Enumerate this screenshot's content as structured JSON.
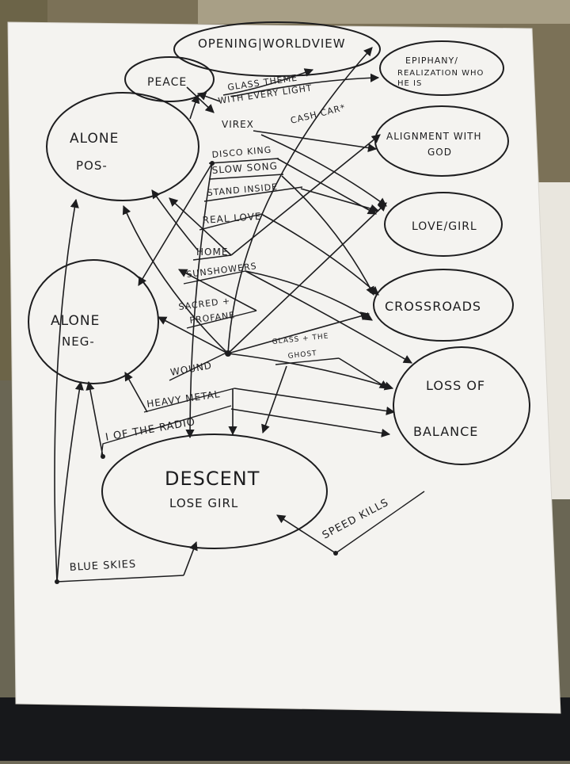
{
  "diagram": {
    "nodes": {
      "opening": "OPENING|WORLDVIEW",
      "epiphany_1": "EPIPHANY/",
      "epiphany_2": "REALIZATION WHO",
      "epiphany_3": "HE IS",
      "peace": "PEACE",
      "alone_pos_1": "ALONE",
      "alone_pos_2": "POS-",
      "alignment_1": "ALIGNMENT WITH",
      "alignment_2": "GOD",
      "love_girl": "LOVE/GIRL",
      "alone_neg_1": "ALONE",
      "alone_neg_2": "NEG-",
      "crossroads": "CROSSROADS",
      "loss_1": "LOSS OF",
      "loss_2": "BALANCE",
      "descent_1": "DESCENT",
      "descent_2": "LOSE GIRL"
    },
    "songs": {
      "glass_theme_1": "GLASS THEME",
      "glass_theme_2": "WITH EVERY LIGHT",
      "cash_car": "CASH CAR*",
      "virex": "VIREX",
      "disco_king": "DISCO KING",
      "slow_song": "SLOW SONG",
      "stand_inside": "STAND INSIDE",
      "real_love": "REAL LOVE",
      "home": "HOME",
      "sunshowers": "SUNSHOWERS",
      "sacred_profane_1": "SACRED +",
      "sacred_profane_2": "PROFANE",
      "wound": "WOUND",
      "glass_ghost_1": "GLASS + THE",
      "glass_ghost_2": "GHOST",
      "heavy_metal": "HEAVY METAL",
      "i_of_the_radio": "I OF THE RADIO",
      "speed_kills": "SPEED KILLS",
      "blue_skies": "BLUE SKIES"
    }
  }
}
